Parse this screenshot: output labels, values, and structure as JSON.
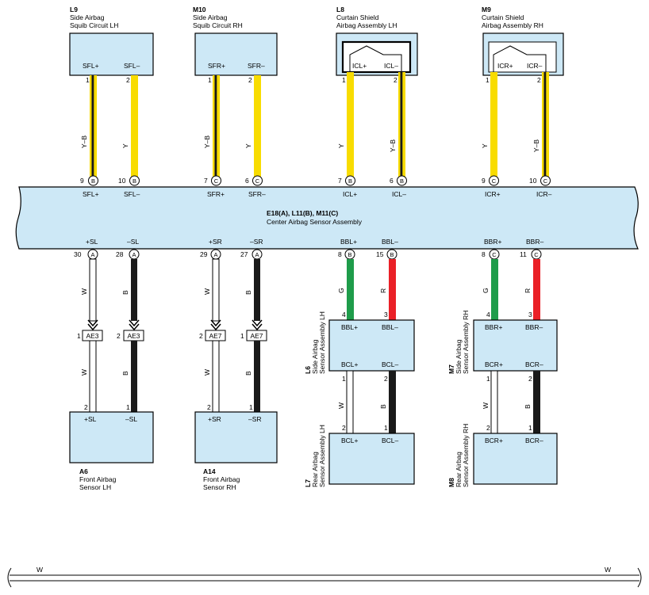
{
  "colors": {
    "component_fill": "#cde8f6",
    "Y": "#f8dc00",
    "G": "#1e9c4a",
    "R": "#ea2027",
    "B": "#1a1a1a",
    "W": "#ffffff"
  },
  "center": {
    "code": "E18(A), L11(B), M11(C)",
    "name": "Center Airbag Sensor Assembly",
    "top_terminals": [
      {
        "pin": "9",
        "conn": "B",
        "label": "SFL+"
      },
      {
        "pin": "10",
        "conn": "B",
        "label": "SFL–"
      },
      {
        "pin": "7",
        "conn": "C",
        "label": "SFR+"
      },
      {
        "pin": "6",
        "conn": "C",
        "label": "SFR–"
      },
      {
        "pin": "7",
        "conn": "B",
        "label": "ICL+"
      },
      {
        "pin": "6",
        "conn": "B",
        "label": "ICL–"
      },
      {
        "pin": "9",
        "conn": "C",
        "label": "ICR+"
      },
      {
        "pin": "10",
        "conn": "C",
        "label": "ICR–"
      }
    ],
    "bottom_terminals": [
      {
        "pin": "30",
        "conn": "A",
        "label": "+SL"
      },
      {
        "pin": "28",
        "conn": "A",
        "label": "–SL"
      },
      {
        "pin": "29",
        "conn": "A",
        "label": "+SR"
      },
      {
        "pin": "27",
        "conn": "A",
        "label": "–SR"
      },
      {
        "pin": "8",
        "conn": "B",
        "label": "BBL+"
      },
      {
        "pin": "15",
        "conn": "B",
        "label": "BBL–"
      },
      {
        "pin": "8",
        "conn": "C",
        "label": "BBR+"
      },
      {
        "pin": "11",
        "conn": "C",
        "label": "BBR–"
      }
    ]
  },
  "top_components": [
    {
      "id": "L9",
      "line1": "Side Airbag",
      "line2": "Squib Circuit LH",
      "plus": "SFL+",
      "minus": "SFL–",
      "pin_plus": "1",
      "pin_minus": "2",
      "wire_plus": "Y–B",
      "wire_minus": "Y"
    },
    {
      "id": "M10",
      "line1": "Side Airbag",
      "line2": "Squib Circuit RH",
      "plus": "SFR+",
      "minus": "SFR–",
      "pin_plus": "1",
      "pin_minus": "2",
      "wire_plus": "Y–B",
      "wire_minus": "Y"
    },
    {
      "id": "L8",
      "line1": "Curtain Shield",
      "line2": "Airbag Assembly LH",
      "plus": "ICL+",
      "minus": "ICL–",
      "pin_plus": "1",
      "pin_minus": "2",
      "wire_plus": "Y",
      "wire_minus": "Y–B"
    },
    {
      "id": "M9",
      "line1": "Curtain Shield",
      "line2": "Airbag Assembly RH",
      "plus": "ICR+",
      "minus": "ICR–",
      "pin_plus": "1",
      "pin_minus": "2",
      "wire_plus": "Y",
      "wire_minus": "Y–B"
    }
  ],
  "front_sensors": [
    {
      "id": "A6",
      "line1": "Front Airbag",
      "line2": "Sensor LH",
      "plus": "+SL",
      "minus": "–SL",
      "conn": "AE3",
      "conn_pin_plus": "1",
      "conn_pin_minus": "2",
      "pin_plus": "2",
      "pin_minus": "1",
      "wire_plus": "W",
      "wire_minus": "B"
    },
    {
      "id": "A14",
      "line1": "Front Airbag",
      "line2": "Sensor RH",
      "plus": "+SR",
      "minus": "–SR",
      "conn": "AE7",
      "conn_pin_plus": "2",
      "conn_pin_minus": "1",
      "pin_plus": "2",
      "pin_minus": "1",
      "wire_plus": "W",
      "wire_minus": "B"
    }
  ],
  "side_sensors": [
    {
      "id": "L6",
      "line1": "Side Airbag",
      "line2": "Sensor Assembly LH",
      "in_plus": "BBL+",
      "in_minus": "BBL–",
      "out_plus": "BCL+",
      "out_minus": "BCL–",
      "pin_in_plus": "4",
      "pin_in_minus": "3",
      "pin_out_plus": "1",
      "pin_out_minus": "2",
      "wire_in_plus": "G",
      "wire_in_minus": "R",
      "wire_out_plus": "W",
      "wire_out_minus": "B"
    },
    {
      "id": "M7",
      "line1": "Side Airbag",
      "line2": "Sensor Assembly RH",
      "in_plus": "BBR+",
      "in_minus": "BBR–",
      "out_plus": "BCR+",
      "out_minus": "BCR–",
      "pin_in_plus": "4",
      "pin_in_minus": "3",
      "pin_out_plus": "1",
      "pin_out_minus": "2",
      "wire_in_plus": "G",
      "wire_in_minus": "R",
      "wire_out_plus": "W",
      "wire_out_minus": "B"
    }
  ],
  "rear_sensors": [
    {
      "id": "L7",
      "line1": "Rear Airbag",
      "line2": "Sensor Assembly LH",
      "plus": "BCL+",
      "minus": "BCL–",
      "pin_plus": "2",
      "pin_minus": "1"
    },
    {
      "id": "M8",
      "line1": "Rear Airbag",
      "line2": "Sensor Assembly RH",
      "plus": "BCR+",
      "minus": "BCR–",
      "pin_plus": "2",
      "pin_minus": "1"
    }
  ],
  "footer": {
    "left": "W",
    "right": "W"
  }
}
